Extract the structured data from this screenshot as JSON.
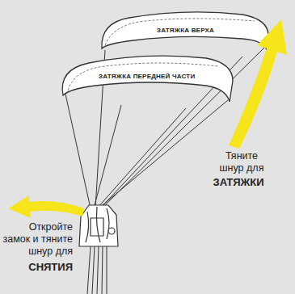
{
  "diagram": {
    "labels": [
      "ЗАТЯЖКА ВЕРХА",
      "ЗАТЯЖКА ПЕРЕДНЕЙ ЧАСТИ",
      "Тяните шнур для",
      "ЗАТЯЖКИ",
      "Откройте замок и тяните шнур для",
      "СНЯТИЯ"
    ]
  }
}
